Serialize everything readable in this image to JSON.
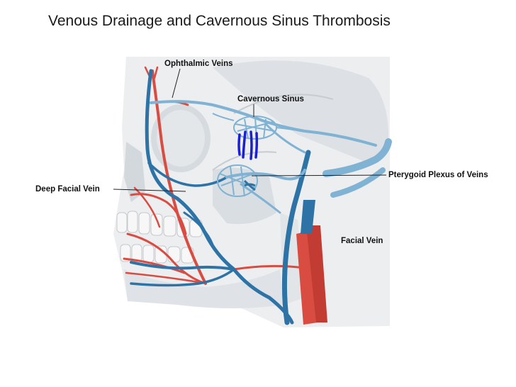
{
  "title": "Venous Drainage and Cavernous Sinus Thrombosis",
  "labels": {
    "ophthalmic_veins": "Ophthalmic Veins",
    "cavernous_sinus": "Cavernous Sinus",
    "pterygoid_plexus": "Pterygoid Plexus of Veins",
    "deep_facial_vein": "Deep Facial Vein",
    "facial_vein": "Facial Vein"
  },
  "colors": {
    "vein_dark": "#2e73a6",
    "vein_light": "#7fb2d3",
    "artery": "#d94c42",
    "thrombosis_marks": "#1a1fd0",
    "skull": "#e8eaec",
    "skull_shadow": "#c9ced4"
  }
}
